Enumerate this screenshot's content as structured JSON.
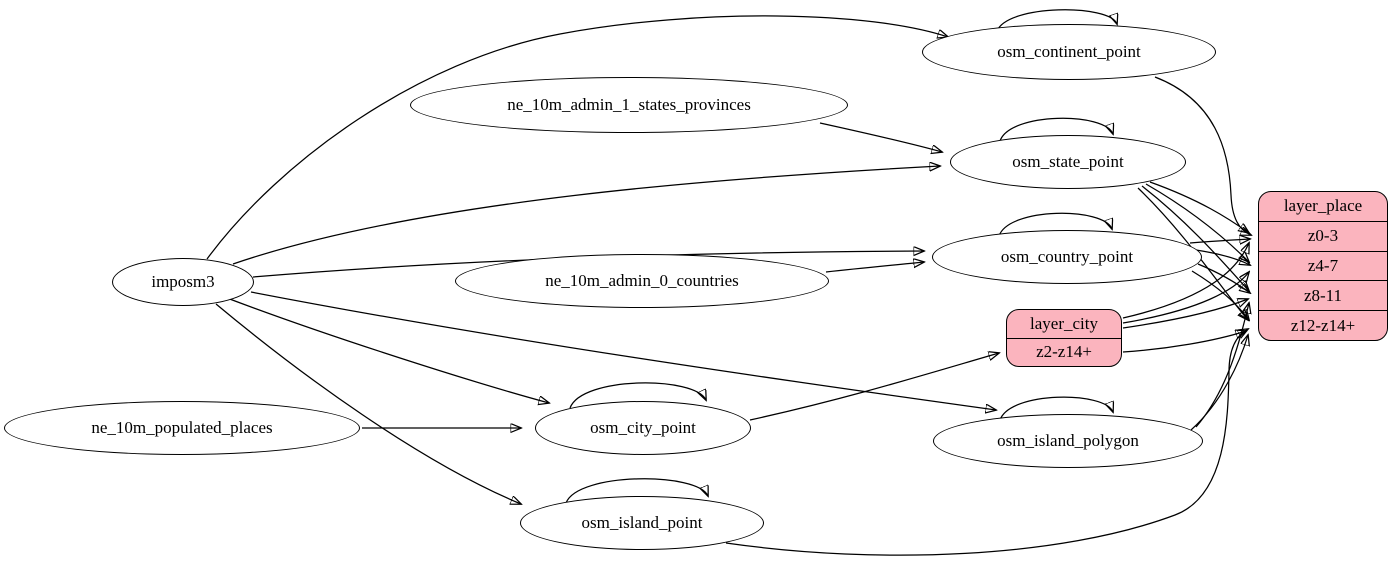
{
  "diagram_type": "etl-graph",
  "colors": {
    "background": "#ffffff",
    "node_fill": "#ffffff",
    "record_fill": "#FBB4BE",
    "stroke": "#000000"
  },
  "nodes": {
    "imposm3": "imposm3",
    "ne_10m_admin_1_states_provinces": "ne_10m_admin_1_states_provinces",
    "ne_10m_admin_0_countries": "ne_10m_admin_0_countries",
    "ne_10m_populated_places": "ne_10m_populated_places",
    "osm_continent_point": "osm_continent_point",
    "osm_state_point": "osm_state_point",
    "osm_country_point": "osm_country_point",
    "osm_city_point": "osm_city_point",
    "osm_island_polygon": "osm_island_polygon",
    "osm_island_point": "osm_island_point"
  },
  "records": {
    "layer_place": {
      "title": "layer_place",
      "rows": [
        "z0-3",
        "z4-7",
        "z8-11",
        "z12-z14+"
      ]
    },
    "layer_city": {
      "title": "layer_city",
      "rows": [
        "z2-z14+"
      ]
    }
  },
  "edges": [
    {
      "from": "imposm3",
      "to": "osm_continent_point"
    },
    {
      "from": "imposm3",
      "to": "osm_state_point"
    },
    {
      "from": "imposm3",
      "to": "osm_country_point"
    },
    {
      "from": "imposm3",
      "to": "osm_city_point"
    },
    {
      "from": "imposm3",
      "to": "osm_island_polygon"
    },
    {
      "from": "imposm3",
      "to": "osm_island_point"
    },
    {
      "from": "ne_10m_admin_1_states_provinces",
      "to": "osm_state_point"
    },
    {
      "from": "ne_10m_admin_0_countries",
      "to": "osm_country_point"
    },
    {
      "from": "ne_10m_populated_places",
      "to": "osm_city_point"
    },
    {
      "from": "osm_continent_point",
      "to": "osm_continent_point"
    },
    {
      "from": "osm_state_point",
      "to": "osm_state_point"
    },
    {
      "from": "osm_country_point",
      "to": "osm_country_point"
    },
    {
      "from": "osm_city_point",
      "to": "osm_city_point"
    },
    {
      "from": "osm_island_polygon",
      "to": "osm_island_polygon"
    },
    {
      "from": "osm_island_point",
      "to": "osm_island_point"
    },
    {
      "from": "osm_continent_point",
      "to": "layer_place:z0-3"
    },
    {
      "from": "osm_state_point",
      "to": "layer_place:z0-3"
    },
    {
      "from": "osm_state_point",
      "to": "layer_place:z4-7"
    },
    {
      "from": "osm_state_point",
      "to": "layer_place:z8-11"
    },
    {
      "from": "osm_state_point",
      "to": "layer_place:z12-z14+"
    },
    {
      "from": "osm_country_point",
      "to": "layer_place:z0-3"
    },
    {
      "from": "osm_country_point",
      "to": "layer_place:z4-7"
    },
    {
      "from": "osm_country_point",
      "to": "layer_place:z8-11"
    },
    {
      "from": "osm_country_point",
      "to": "layer_place:z12-z14+"
    },
    {
      "from": "osm_city_point",
      "to": "layer_city:z2-z14+"
    },
    {
      "from": "layer_city",
      "to": "layer_place:z0-3"
    },
    {
      "from": "layer_city",
      "to": "layer_place:z4-7"
    },
    {
      "from": "layer_city",
      "to": "layer_place:z8-11"
    },
    {
      "from": "layer_city",
      "to": "layer_place:z12-z14+"
    },
    {
      "from": "osm_island_polygon",
      "to": "layer_place:z8-11"
    },
    {
      "from": "osm_island_polygon",
      "to": "layer_place:z12-z14+"
    },
    {
      "from": "osm_island_point",
      "to": "layer_place:z12-z14+"
    }
  ]
}
